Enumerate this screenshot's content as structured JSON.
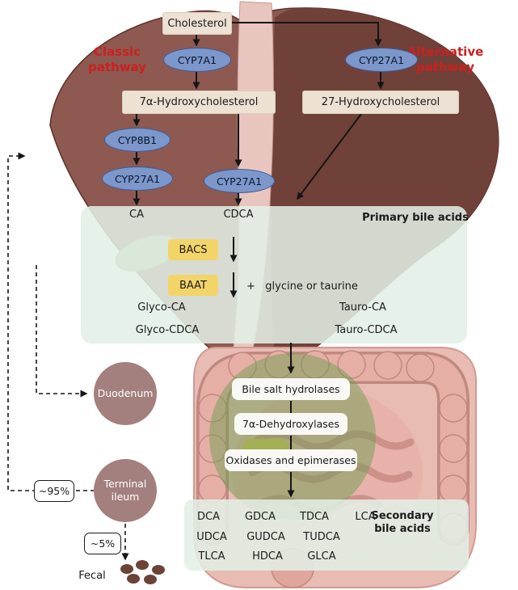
{
  "colors": {
    "pathway_label_red": "#cb2020",
    "enzyme_ellipse_blue": "#7b97cb",
    "substrate_box_beige": "#ece1d3",
    "conjugation_box_yellow": "#f2d469",
    "panel_green": "#e2efe6",
    "liver_brown": "#8d5950",
    "intestine_pink": "#e9bcb3",
    "site_circle_mauve": "#a3807d",
    "fecal_brown": "#6a4336"
  },
  "pathways": {
    "classic": "Classic pathway",
    "alternative": "Alternative pathway"
  },
  "nodes": {
    "cholesterol": "Cholesterol",
    "cyp7a1": "CYP7A1",
    "cyp27a1_alternative": "CYP27A1",
    "hydroxycholesterol_7a": "7α-Hydroxycholesterol",
    "hydroxycholesterol_27": "27-Hydroxycholesterol",
    "cyp8b1": "CYP8B1",
    "cyp27a1_classic": "CYP27A1",
    "cyp27a1_central": "CYP27A1",
    "ca": "CA",
    "cdca": "CDCA"
  },
  "primary_bile_acids": {
    "panel_label": "Primary bile acids",
    "bacs": "BACS",
    "baat": "BAAT",
    "conjugation_note": "+   glycine or taurine",
    "glyco_ca": "Glyco-CA",
    "glyco_cdca": "Glyco-CDCA",
    "tauro_ca": "Tauro-CA",
    "tauro_cdca": "Tauro-CDCA"
  },
  "intestinal_enzymes": {
    "bile_salt_hydrolases": "Bile salt hydrolases",
    "dehydroxylases_7a": "7α-Dehydroxylases",
    "oxidases_epimerases": "Oxidases and epimerases"
  },
  "sites": {
    "duodenum": "Duodenum",
    "terminal_ileum": "Terminal ileum",
    "reabsorbed_pct": "~95%",
    "excreted_pct": "~5%",
    "fecal": "Fecal"
  },
  "secondary_bile_acids": {
    "panel_label": "Secondary bile acids",
    "rows": [
      [
        "DCA",
        "GDCA",
        "TDCA",
        "LCA"
      ],
      [
        "UDCA",
        "GUDCA",
        "TUDCA"
      ],
      [
        "TLCA",
        "HDCA",
        "GLCA"
      ]
    ]
  }
}
